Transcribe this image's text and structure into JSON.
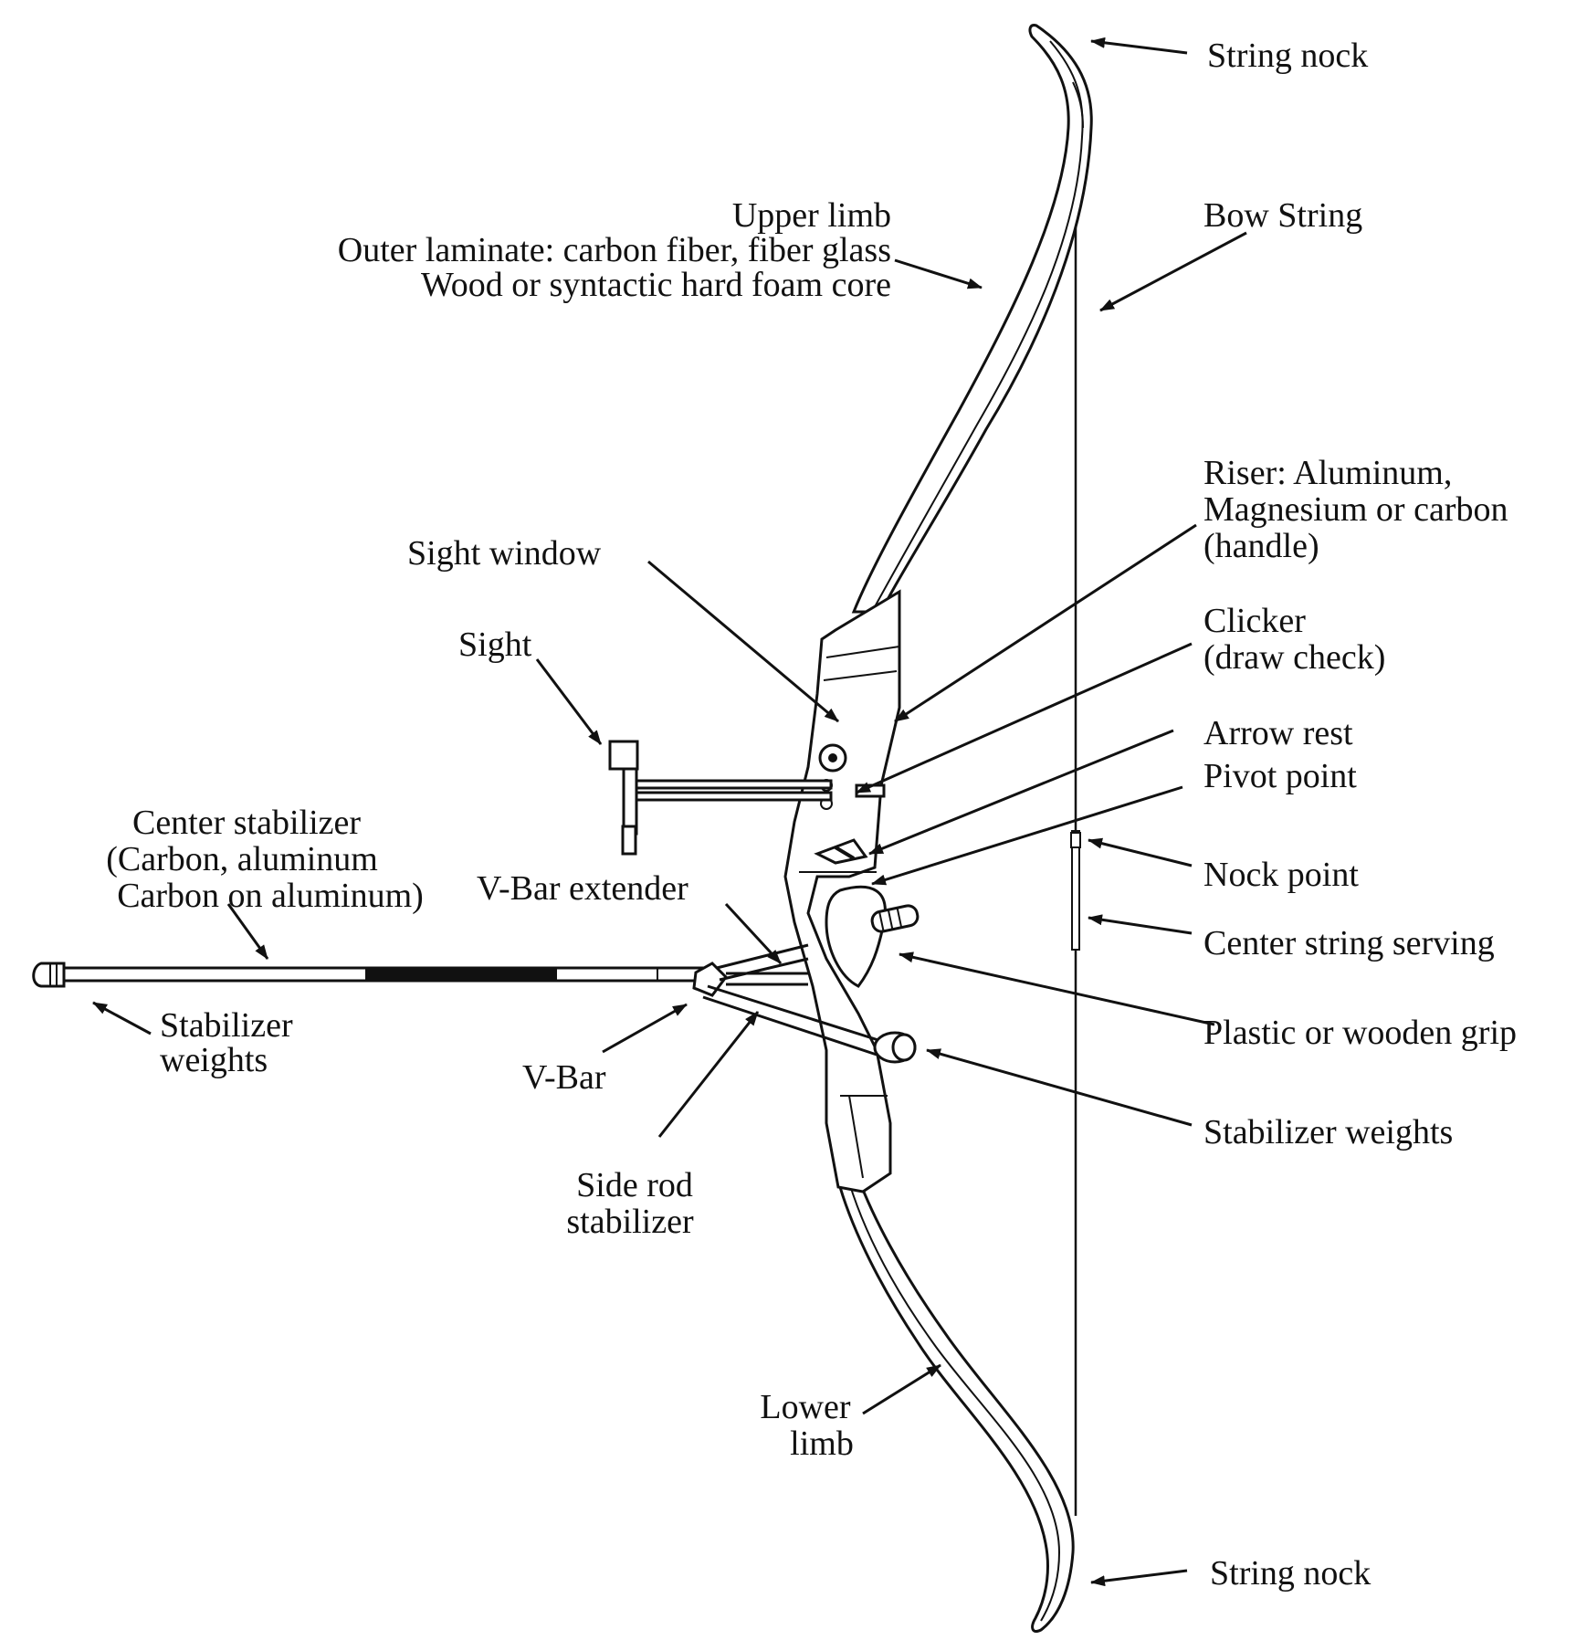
{
  "labels": {
    "string_nock_top": "String nock",
    "bow_string": "Bow String",
    "upper_limb": [
      "Upper limb",
      "Outer laminate: carbon fiber, fiber glass",
      "Wood or syntactic hard foam core"
    ],
    "riser": [
      "Riser: Aluminum,",
      "Magnesium or carbon",
      "(handle)"
    ],
    "sight_window": "Sight window",
    "sight": "Sight",
    "clicker": [
      "Clicker",
      "(draw check)"
    ],
    "arrow_rest": "Arrow rest",
    "pivot_point": "Pivot point",
    "center_stabilizer": [
      "Center stabilizer",
      "(Carbon, aluminum",
      "Carbon on aluminum)"
    ],
    "v_bar_extender": "V-Bar extender",
    "nock_point": "Nock point",
    "center_string_serving": "Center string serving",
    "stabilizer_weights_left": [
      "Stabilizer",
      "weights"
    ],
    "plastic_grip": "Plastic or wooden grip",
    "v_bar": "V-Bar",
    "stabilizer_weights_right": "Stabilizer  weights",
    "side_rod": [
      "Side rod",
      "stabilizer"
    ],
    "lower_limb": [
      "Lower",
      "limb"
    ],
    "string_nock_bottom": "String nock"
  }
}
